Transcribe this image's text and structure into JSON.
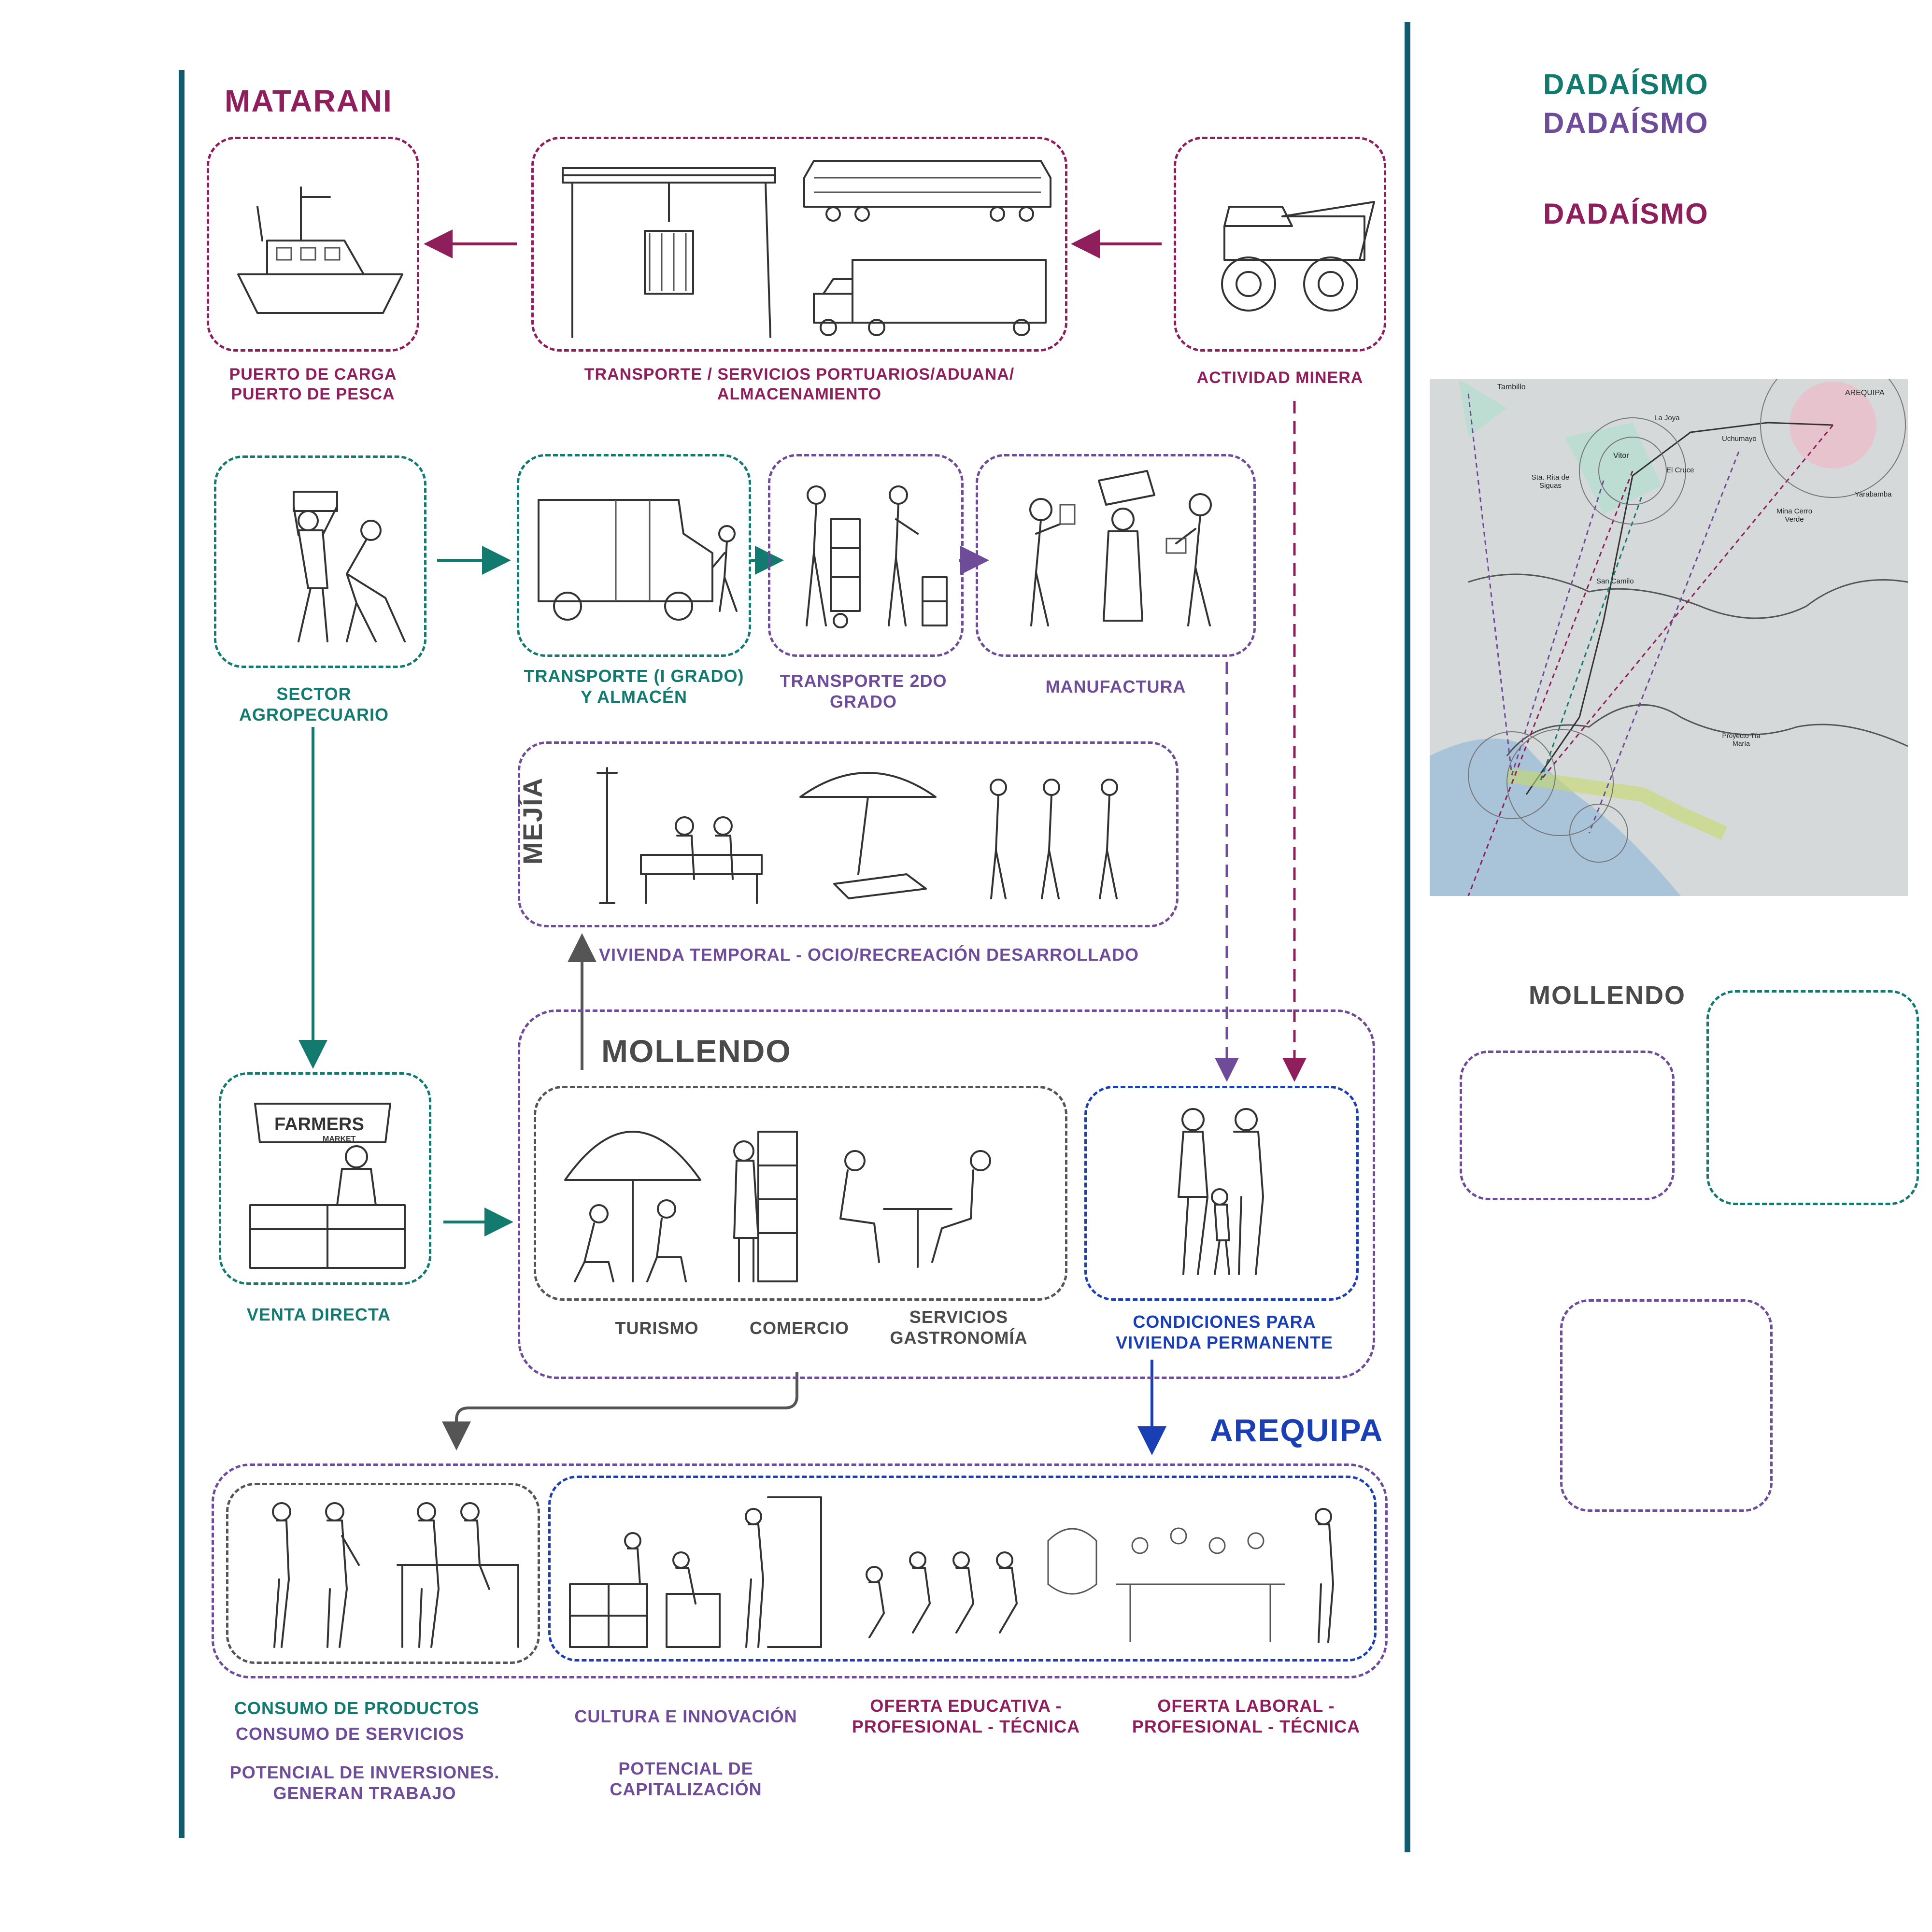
{
  "colors": {
    "magenta": "#8e1f5c",
    "teal": "#137a6f",
    "purple": "#6f4c9a",
    "blue": "#1a3fb5",
    "gray": "#4a4a4a",
    "divider": "#125a6e"
  },
  "headings": {
    "matarani": "MATARANI",
    "mejia": "MEJÍA",
    "mollendo": "MOLLENDO",
    "arequipa": "AREQUIPA"
  },
  "labels": {
    "puerto": "PUERTO DE CARGA\nPUERTO DE PESCA",
    "transporte_portuario": "TRANSPORTE / SERVICIOS PORTUARIOS/ADUANA/\nALMACENAMIENTO",
    "actividad_minera": "ACTIVIDAD MINERA",
    "sector_agropecuario": "SECTOR\nAGROPECUARIO",
    "transporte_1": "TRANSPORTE (I GRADO)\nY ALMACÉN",
    "transporte_2": "TRANSPORTE 2DO\nGRADO",
    "manufactura": "MANUFACTURA",
    "vivienda_temporal": "VIVIENDA TEMPORAL - OCIO/RECREACIÓN DESARROLLADO",
    "venta_directa": "VENTA DIRECTA",
    "turismo": "TURISMO",
    "comercio": "COMERCIO",
    "servicios": "SERVICIOS\nGASTRONOMÍA",
    "condiciones": "CONDICIONES PARA\nVIVIENDA PERMANENTE",
    "consumo_productos": "CONSUMO DE PRODUCTOS",
    "consumo_servicios": "CONSUMO DE SERVICIOS",
    "potencial_inversiones": "POTENCIAL DE INVERSIONES.\nGENERAN TRABAJO",
    "cultura": "CULTURA E INNOVACIÓN",
    "potencial_capitalizacion": "POTENCIAL DE\nCAPITALIZACIÓN",
    "oferta_educativa": "OFERTA EDUCATIVA -\nPROFESIONAL - TÉCNICA",
    "oferta_laboral": "OFERTA LABORAL -\nPROFESIONAL - TÉCNICA"
  },
  "legend": {
    "item_teal": "DADAÍSMO",
    "item_purple": "DADAÍSMO",
    "item_magenta": "DADAÍSMO",
    "mollendo": "MOLLENDO"
  },
  "map": {
    "places": [
      "Tambillo",
      "AREQUIPA",
      "La Joya",
      "Uchumayo",
      "Vitor",
      "El Cruce",
      "Sta. Rita de Siguas",
      "Yarabamba",
      "Mina Cerro Verde",
      "San Camilo",
      "Proyecto Tía María"
    ]
  },
  "figure_text": {
    "farmers_banner": "FARMERS",
    "farmers_sub": "MARKET"
  }
}
